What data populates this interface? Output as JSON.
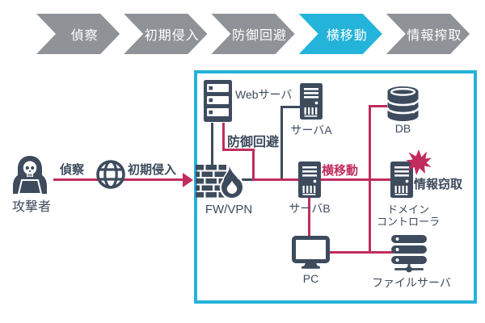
{
  "colors": {
    "accent_cyan": "#24b3d9",
    "attack_crimson": "#c02d5c",
    "icon_slate": "#3d4b5d",
    "chevron_gray": "#8f9296"
  },
  "kill_chain": {
    "steps": [
      {
        "label": "偵察",
        "active": false
      },
      {
        "label": "初期侵入",
        "active": false
      },
      {
        "label": "防御回避",
        "active": false
      },
      {
        "label": "横移動",
        "active": true
      },
      {
        "label": "情報搾取",
        "active": false
      }
    ]
  },
  "actors": {
    "attacker": "攻撃者"
  },
  "flow": {
    "recon": "偵察",
    "initial_intrusion": "初期侵入"
  },
  "attack": {
    "defense_evasion": "防御回避",
    "lateral_movement": "横移動",
    "info_theft": "情報窃取"
  },
  "nodes": {
    "web_server": "Webサーバ",
    "server_a": "サーバA",
    "db": "DB",
    "fw_vpn": "FW/VPN",
    "server_b": "サーバB",
    "domain_controller_line1": "ドメイン",
    "domain_controller_line2": "コントローラ",
    "pc": "PC",
    "file_server": "ファイルサーバ"
  }
}
